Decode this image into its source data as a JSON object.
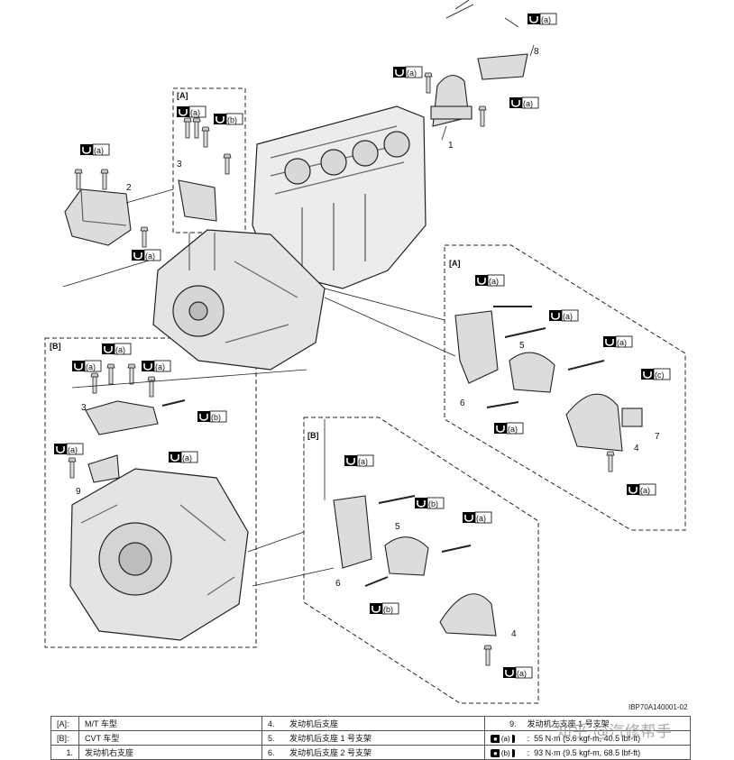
{
  "figure_code": "IBP70A140001-02",
  "watermark": "知乎 @汽修帮手",
  "section_labels": {
    "a": "[A]",
    "b": "[B]"
  },
  "part_numbers": [
    "1",
    "2",
    "3",
    "4",
    "5",
    "6",
    "7",
    "8",
    "9"
  ],
  "torque_badges": {
    "a": "(a)",
    "b": "(b)",
    "c": "(c)"
  },
  "legend": {
    "row1": {
      "key1": "[A]:",
      "val1": "M/T 车型",
      "key2": "4.",
      "val2": "发动机后支座",
      "key3": "9.",
      "val3": "发动机左支座 1 号支架"
    },
    "row2": {
      "key1": "[B]:",
      "val1": "CVT 车型",
      "key2": "5.",
      "val2": "发动机后支座 1 号支架",
      "key3": "(a)",
      "val3": "55 N·m (5.6 kgf-m, 40.5 lbf-ft)"
    },
    "row3": {
      "key1": "1.",
      "val1": "发动机右支座",
      "key2": "6.",
      "val2": "发动机后支座 2 号支架",
      "key3": "(b)",
      "val3": "93 N·m (9.5 kgf-m, 68.5 lbf-ft)"
    }
  },
  "colors": {
    "line": "#111111",
    "fill": "#e6e6e6",
    "badge": "#000000"
  }
}
